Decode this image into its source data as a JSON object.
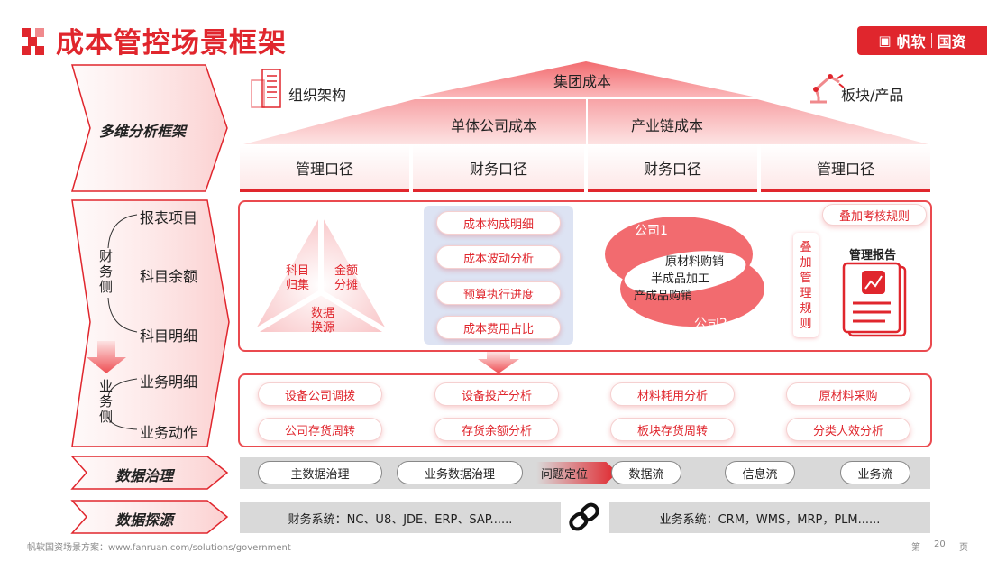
{
  "header": {
    "title": "成本管控场景框架",
    "brand_name": "帆软",
    "brand_tag": "国资"
  },
  "roof": {
    "top": "集团成本",
    "left": "单体公司成本",
    "right": "产业链成本",
    "org_label": "组织架构",
    "seg_label": "板块/产品"
  },
  "calibers": [
    "管理口径",
    "财务口径",
    "财务口径",
    "管理口径"
  ],
  "left_labels": {
    "multi": "多维分析框架",
    "finance_side": "财务侧",
    "business_side": "业务侧",
    "governance": "数据治理",
    "source": "数据探源"
  },
  "finance_items": [
    "报表项目",
    "科目余额",
    "科目明细"
  ],
  "business_items": [
    "业务明细",
    "业务动作"
  ],
  "triangle": {
    "a": "科目归集",
    "b": "金额分摊",
    "c": "数据换源"
  },
  "center_pills": [
    "成本构成明细",
    "成本波动分析",
    "预算执行进度",
    "成本费用占比"
  ],
  "companies": {
    "c1": "公司1",
    "c2": "公司2",
    "items": [
      "原材料购销",
      "半成品加工",
      "产成品购销"
    ]
  },
  "rules": {
    "vertical": "叠加管理规则",
    "top": "叠加考核规则",
    "report": "管理报告"
  },
  "biz_pills": [
    [
      "设备公司调拨",
      "设备投产分析",
      "材料耗用分析",
      "原材料采购"
    ],
    [
      "公司存货周转",
      "存货余额分析",
      "板块存货周转",
      "分类人效分析"
    ]
  ],
  "governance": [
    "主数据治理",
    "业务数据治理",
    "问题定位",
    "数据流",
    "信息流",
    "业务流"
  ],
  "source": {
    "finance": "财务系统：NC、U8、JDE、ERP、SAP......",
    "business": "业务系统：CRM，WMS，MRP，PLM......"
  },
  "footer": {
    "left": "帆软国资场景方案：www.fanruan.com/solutions/government",
    "page_prefix": "第",
    "page_num": "20",
    "page_suffix": "页"
  },
  "colors": {
    "accent": "#e0262d"
  }
}
